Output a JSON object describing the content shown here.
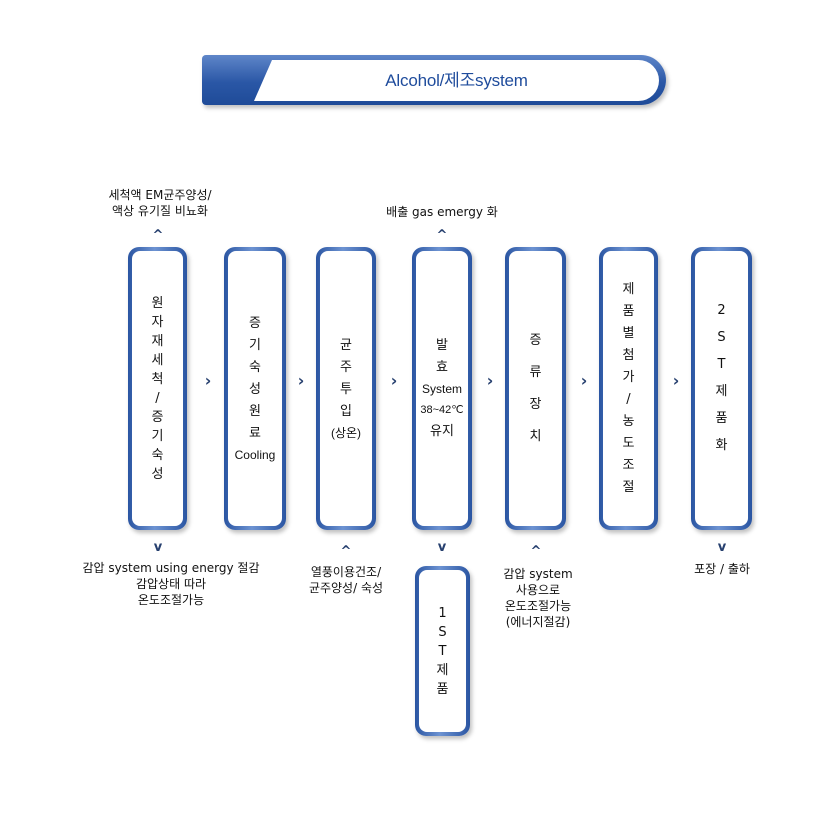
{
  "title": "Alcohol/제조system",
  "boxes": [
    {
      "lines": [
        "원",
        "자",
        "재",
        "세",
        "척",
        "/",
        "증",
        "기",
        "숙",
        "성"
      ]
    },
    {
      "lines": [
        "증",
        "기",
        "숙",
        "성",
        "원",
        "료",
        "Cooling"
      ]
    },
    {
      "lines": [
        "균",
        "주",
        "투",
        "입",
        "(상온)"
      ]
    },
    {
      "lines": [
        "발",
        "효",
        "System",
        "38~42℃",
        "유지"
      ]
    },
    {
      "lines": [
        "증",
        "류",
        "장",
        "치"
      ]
    },
    {
      "lines": [
        "제",
        "품",
        "별",
        "첨",
        "가",
        "/",
        "농",
        "도",
        "조",
        "절"
      ]
    },
    {
      "lines": [
        "2",
        "S",
        "T",
        "제",
        "품",
        "화"
      ]
    },
    {
      "lines": [
        "1",
        "S",
        "T",
        "제",
        "품"
      ]
    }
  ],
  "notes_top": {
    "n1_line1": "세척액 EM균주양성/",
    "n1_line2": "액상 유기질 비뇨화",
    "n4_line1": "배출 gas  emergy 화"
  },
  "notes_bottom": {
    "n1_line1": "감압 system using energy 절감",
    "n1_line2": "감압상태 따라",
    "n1_line3": "온도조절가능",
    "n3_line1": "열풍이용건조/",
    "n3_line2": "균주양성/ 숙성",
    "n5_line1": "감압 system",
    "n5_line2": "사용으로",
    "n5_line3": "온도조절가능",
    "n5_line4": "(에너지절감)",
    "n7_line1": "포장 / 출하"
  },
  "glyphs": {
    "right": "›",
    "up": "^",
    "down": "v"
  },
  "colors": {
    "accent": "#2a57a6",
    "arrow": "#27406f"
  }
}
